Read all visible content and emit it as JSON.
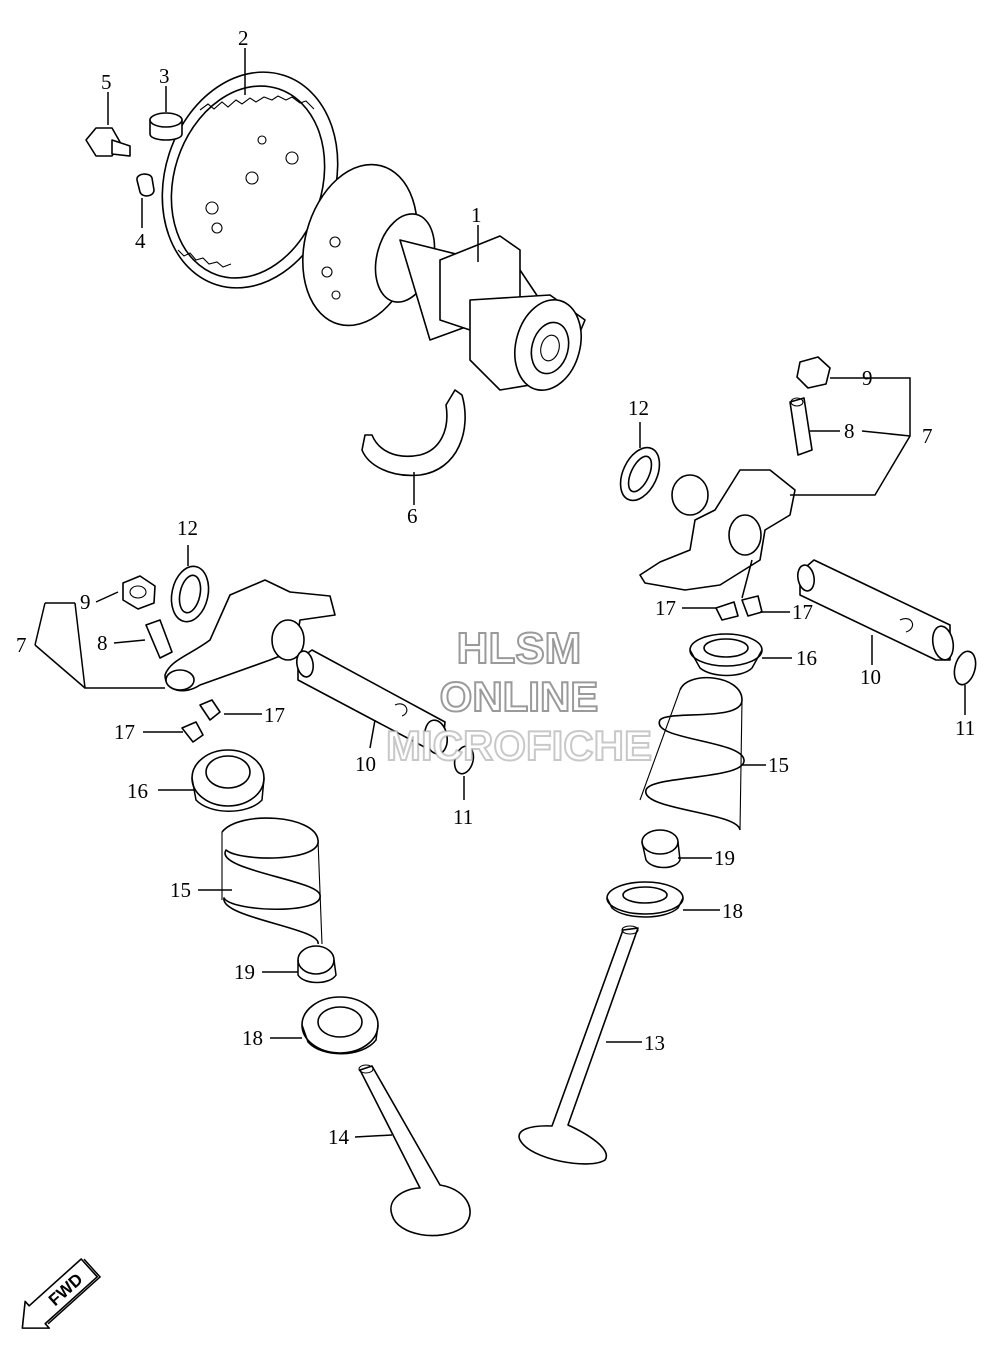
{
  "watermark": {
    "line1": "HLSM",
    "line2": "ONLINE",
    "line3": "MICROFICHE"
  },
  "direction_badge": "FWD",
  "callouts": [
    "1",
    "2",
    "3",
    "4",
    "5",
    "6",
    "7",
    "8",
    "9",
    "10",
    "11",
    "12",
    "13",
    "14",
    "15",
    "16",
    "17",
    "18",
    "19"
  ],
  "labels": {
    "l1": "1",
    "l2": "2",
    "l3": "3",
    "l4": "4",
    "l5": "5",
    "l6": "6",
    "l7a": "7",
    "l8a": "8",
    "l9a": "9",
    "l12a": "12",
    "l7b": "7",
    "l8b": "8",
    "l9b": "9",
    "l12b": "12",
    "l10a": "10",
    "l11a": "11",
    "l17a": "17",
    "l17b": "17",
    "l16a": "16",
    "l15a": "15",
    "l19a": "19",
    "l18a": "18",
    "l14": "14",
    "l10b": "10",
    "l11b": "11",
    "l17c": "17",
    "l17d": "17",
    "l16b": "16",
    "l15b": "15",
    "l19b": "19",
    "l18b": "18",
    "l13": "13"
  }
}
